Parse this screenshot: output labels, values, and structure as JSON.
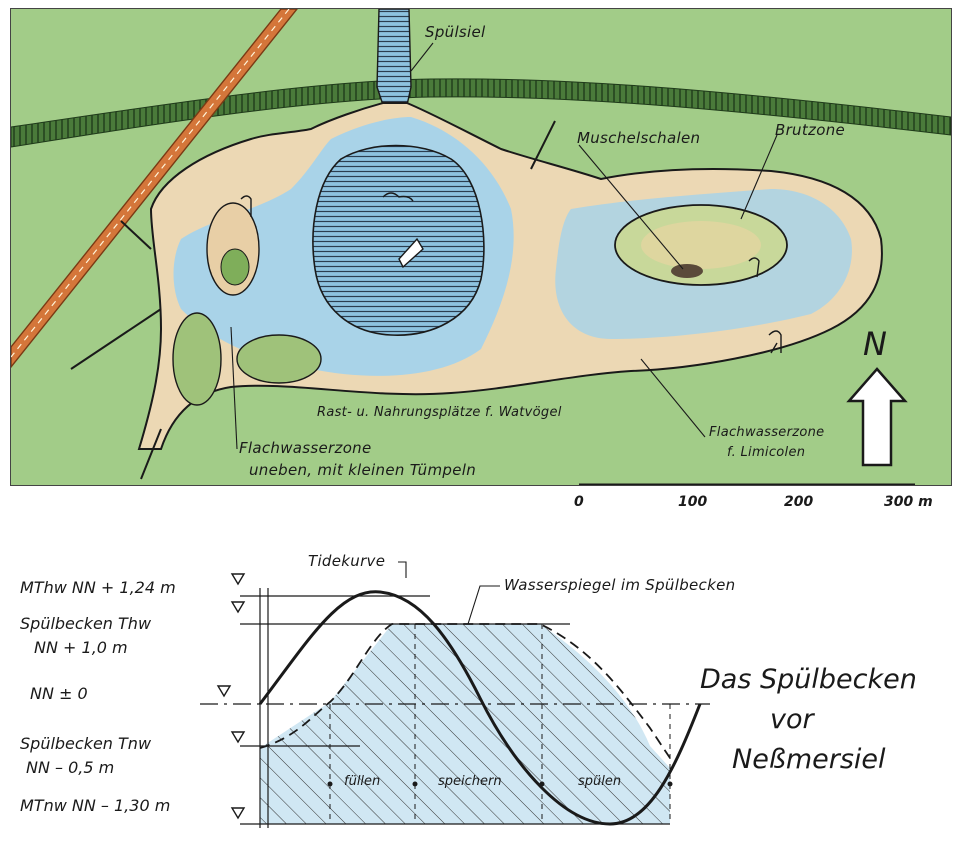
{
  "map": {
    "labels": {
      "spuelsiel": "Spülsiel",
      "muschelschalen": "Muschelschalen",
      "brutzone": "Brutzone",
      "rastplaetze": "Rast- u. Nahrungsplätze f. Watvögel",
      "flachwasser_left_1": "Flachwasserzone",
      "flachwasser_left_2": "uneben, mit kleinen Tümpeln",
      "flachwasser_right_1": "Flachwasserzone",
      "flachwasser_right_2": "f. Limicolen"
    },
    "north_label": "N",
    "scale": {
      "ticks": [
        "0",
        "100",
        "200",
        "300 m"
      ]
    },
    "colors": {
      "grass": "#8fc47a",
      "water": "#a9d3e8",
      "sand": "#e8cfa6",
      "road": "#d4763a"
    }
  },
  "diagram": {
    "levels": {
      "mthw": "MThw  NN + 1,24 m",
      "thw_1": "Spülbecken Thw",
      "thw_2": "NN + 1,0 m",
      "nn0": "NN ± 0",
      "tnw_1": "Spülbecken Tnw",
      "tnw_2": "NN – 0,5 m",
      "mtnw": "MTnw   NN – 1,30 m"
    },
    "curve_labels": {
      "tidekurve": "Tidekurve",
      "wasserspiegel": "Wasserspiegel im Spülbecken"
    },
    "phases": [
      "füllen",
      "speichern",
      "spülen"
    ],
    "title_lines": [
      "Das Spülbecken",
      "vor",
      "Neßmersiel"
    ],
    "colors": {
      "water_fill": "#a9d3e8",
      "hatch": "#333333"
    }
  }
}
